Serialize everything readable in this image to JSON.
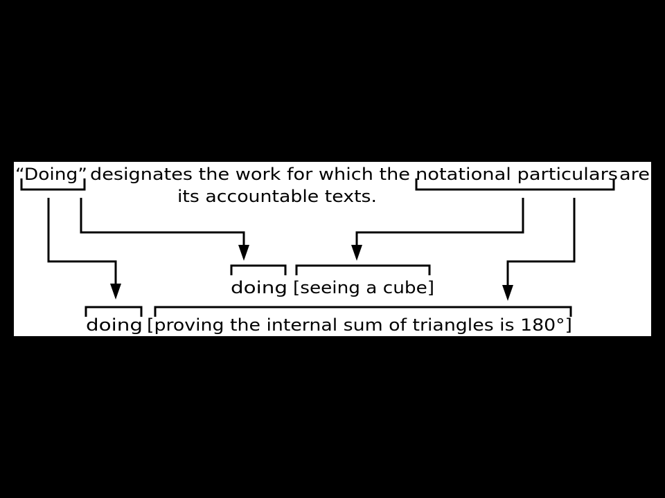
{
  "colors": {
    "background": "#000000",
    "panel": "#ffffff",
    "ink": "#000000"
  },
  "sentence": {
    "doing_quoted": "“Doing”",
    "middle": "designates the work for which the",
    "notational_particulars": "notational particulars",
    "are": "are",
    "line2": "its accountable texts."
  },
  "middle_example": {
    "doing": "doing",
    "bracket": "[seeing a cube]"
  },
  "bottom_example": {
    "doing": "doing",
    "bracket": "[proving the internal sum of triangles is 180°]"
  }
}
